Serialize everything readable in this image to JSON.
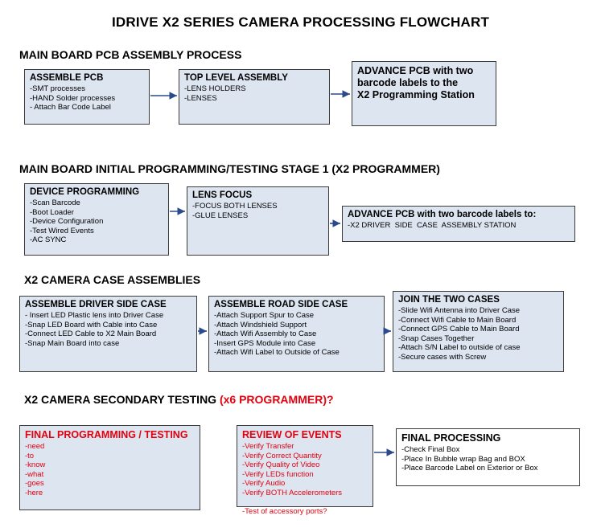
{
  "title": "IDRIVE X2  SERIES CAMERA PROCESSING FLOWCHART",
  "sections": [
    {
      "id": "main-board-pcb",
      "text": "MAIN BOARD PCB ASSEMBLY PROCESS",
      "highlight": ""
    },
    {
      "id": "initial-programming",
      "text": "MAIN BOARD INITIAL PROGRAMMING/TESTING STAGE 1 (X2 PROGRAMMER)",
      "highlight": ""
    },
    {
      "id": "case-assemblies",
      "text": "X2 CAMERA CASE ASSEMBLIES",
      "highlight": ""
    },
    {
      "id": "secondary-testing",
      "text": "X2 CAMERA SECONDARY TESTING  ",
      "highlight": "(x6 PROGRAMMER)?"
    }
  ],
  "boxes": [
    {
      "id": "assemble-pcb",
      "title": "ASSEMBLE PCB",
      "lines": [
        "-SMT processes",
        "-HAND Solder processes",
        "- Attach Bar Code Label"
      ],
      "style": "blue"
    },
    {
      "id": "top-level-assembly",
      "title": "TOP LEVEL ASSEMBLY",
      "lines": [
        "-LENS HOLDERS",
        "-LENSES"
      ],
      "style": "blue"
    },
    {
      "id": "advance-pcb-programming-station",
      "title": "ADVANCE PCB with two\nbarcode labels to the\nX2 Programming Station",
      "lines": [],
      "style": "blue"
    },
    {
      "id": "device-programming",
      "title": "DEVICE PROGRAMMING",
      "lines": [
        "-Scan Barcode",
        "-Boot Loader",
        "-Device Configuration",
        "-Test Wired Events",
        "-AC SYNC"
      ],
      "style": "blue"
    },
    {
      "id": "lens-focus",
      "title": "LENS FOCUS",
      "lines": [
        "-FOCUS BOTH LENSES",
        "-GLUE LENSES"
      ],
      "style": "blue"
    },
    {
      "id": "advance-pcb-driver-side",
      "title": "ADVANCE PCB with two barcode labels to:",
      "lines": [
        "-X2 DRIVER  SIDE  CASE  ASSEMBLY STATION"
      ],
      "style": "blue"
    },
    {
      "id": "assemble-driver-side-case",
      "title": "ASSEMBLE DRIVER SIDE CASE",
      "lines": [
        "- Insert LED Plastic lens into Driver Case",
        "-Snap LED Board with Cable into Case",
        "-Connect LED Cable to X2 Main Board",
        "-Snap Main Board into case"
      ],
      "style": "blue"
    },
    {
      "id": "assemble-road-side-case",
      "title": "ASSEMBLE ROAD SIDE CASE",
      "lines": [
        "-Attach Support Spur to Case",
        "-Attach Windshield Support",
        "-Attach Wifi Assembly to Case",
        "-Insert GPS Module into Case",
        "-Attach Wifi Label to Outside of Case"
      ],
      "style": "blue"
    },
    {
      "id": "join-the-two-cases",
      "title": "JOIN THE TWO CASES",
      "lines": [
        "-Slide Wifi Antenna into Driver Case",
        "-Connect Wifi Cable to Main Board",
        "-Connect GPS Cable to Main Board",
        "-Snap Cases Together",
        "-Attach S/N Label to outside of case",
        "-Secure cases with Screw"
      ],
      "style": "blue"
    },
    {
      "id": "final-programming-testing",
      "title": "FINAL PROGRAMMING / TESTING",
      "lines": [
        "-need",
        "-to",
        "-know",
        "-what",
        "-goes",
        "-here"
      ],
      "style": "blue-red"
    },
    {
      "id": "review-of-events",
      "title": "REVIEW OF EVENTS",
      "lines": [
        "-Verify Transfer",
        "-Verify Correct Quantity",
        "-Verify Quality of Video",
        "-Verify LEDs function",
        "-Verify Audio",
        "-Verify BOTH Accelerometers",
        "-Test of accessory ports?"
      ],
      "style": "blue-red"
    },
    {
      "id": "final-processing",
      "title": "FINAL PROCESSING",
      "lines": [
        "-Check Final Box",
        "-Place In Bubble wrap Bag and BOX",
        "-Place Barcode Label on Exterior or Box"
      ],
      "style": "white"
    }
  ]
}
